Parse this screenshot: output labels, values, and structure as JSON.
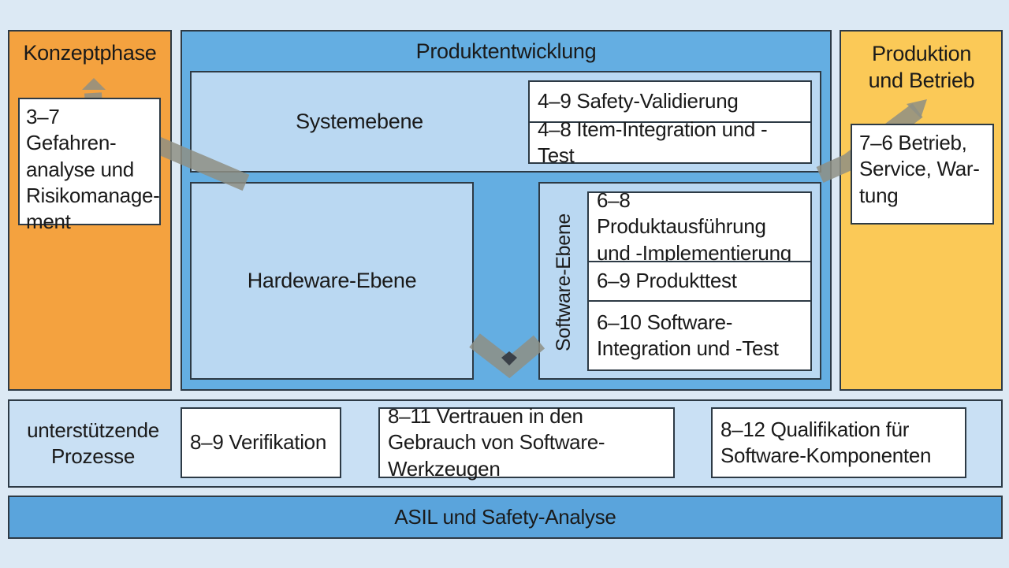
{
  "colors": {
    "background": "#dce9f4",
    "concept_orange": "#f4a23f",
    "development_blue": "#64aee2",
    "level_light_blue": "#bad8f2",
    "production_yellow": "#fbc957",
    "support_light_blue": "#c9e0f4",
    "asil_blue": "#5aa4dc",
    "arrow_gray": "#8e8f84"
  },
  "concept": {
    "title": "Konzeptphase",
    "box": "3–7 Gefahren­analyse und Risikomanage­ment"
  },
  "development": {
    "title": "Produktentwicklung",
    "system_level": {
      "label": "Systemebene",
      "validation": "4–9 Safety-Validierung",
      "integration": "4–8 Item-Integration und -Test"
    },
    "hardware_level": {
      "label": "Hardeware-Ebene"
    },
    "software_level": {
      "label": "Software-Ebene",
      "implementation": "6–8 Produktausführung und -Implementierung",
      "test": "6–9 Produkttest",
      "integration": "6–10 Software-Integration und -Test"
    }
  },
  "production": {
    "title": "Produktion und Betrieb",
    "box": "7–6 Betrieb, Service, War­tung"
  },
  "support": {
    "label": "unterstützende Prozesse",
    "verification": "8–9 Verifikation",
    "tool_confidence": "8–11 Vertrauen in den Gebrauch von Software-Werkzeugen",
    "qualification": "8–12 Qualifikation für Software-Komponenten"
  },
  "asil": {
    "label": "ASIL und Safety-Analyse"
  }
}
